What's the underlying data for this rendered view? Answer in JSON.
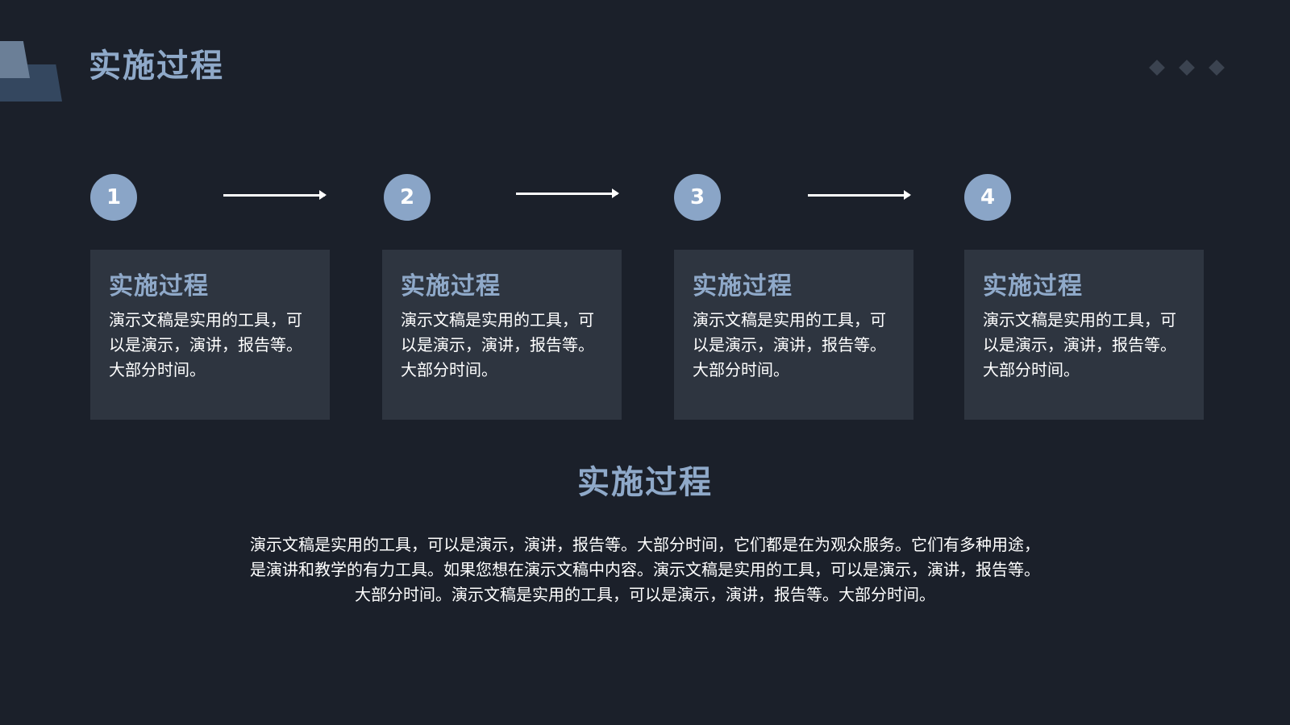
{
  "page": {
    "title": "实施过程"
  },
  "steps": [
    {
      "number": "1",
      "title": "实施过程",
      "body": "演示文稿是实用的工具，可以是演示，演讲，报告等。大部分时间。"
    },
    {
      "number": "2",
      "title": "实施过程",
      "body": "演示文稿是实用的工具，可以是演示，演讲，报告等。大部分时间。"
    },
    {
      "number": "3",
      "title": "实施过程",
      "body": "演示文稿是实用的工具，可以是演示，演讲，报告等。大部分时间。"
    },
    {
      "number": "4",
      "title": "实施过程",
      "body": "演示文稿是实用的工具，可以是演示，演讲，报告等。大部分时间。"
    }
  ],
  "summary": {
    "title": "实施过程",
    "lines": [
      "演示文稿是实用的工具，可以是演示，演讲，报告等。大部分时间，它们都是在为观众服务。它们有多种用途，",
      "是演讲和教学的有力工具。如果您想在演示文稿中内容。演示文稿是实用的工具，可以是演示，演讲，报告等。",
      "大部分时间。演示文稿是实用的工具，可以是演示，演讲，报告等。大部分时间。"
    ]
  },
  "colors": {
    "background": "#1b202a",
    "accent": "#8fa9c9",
    "circle": "#8aa5c7",
    "card": "#2e3540"
  },
  "icons": {
    "arrow": "right-arrow-icon",
    "decoration": "diamond-icon"
  }
}
